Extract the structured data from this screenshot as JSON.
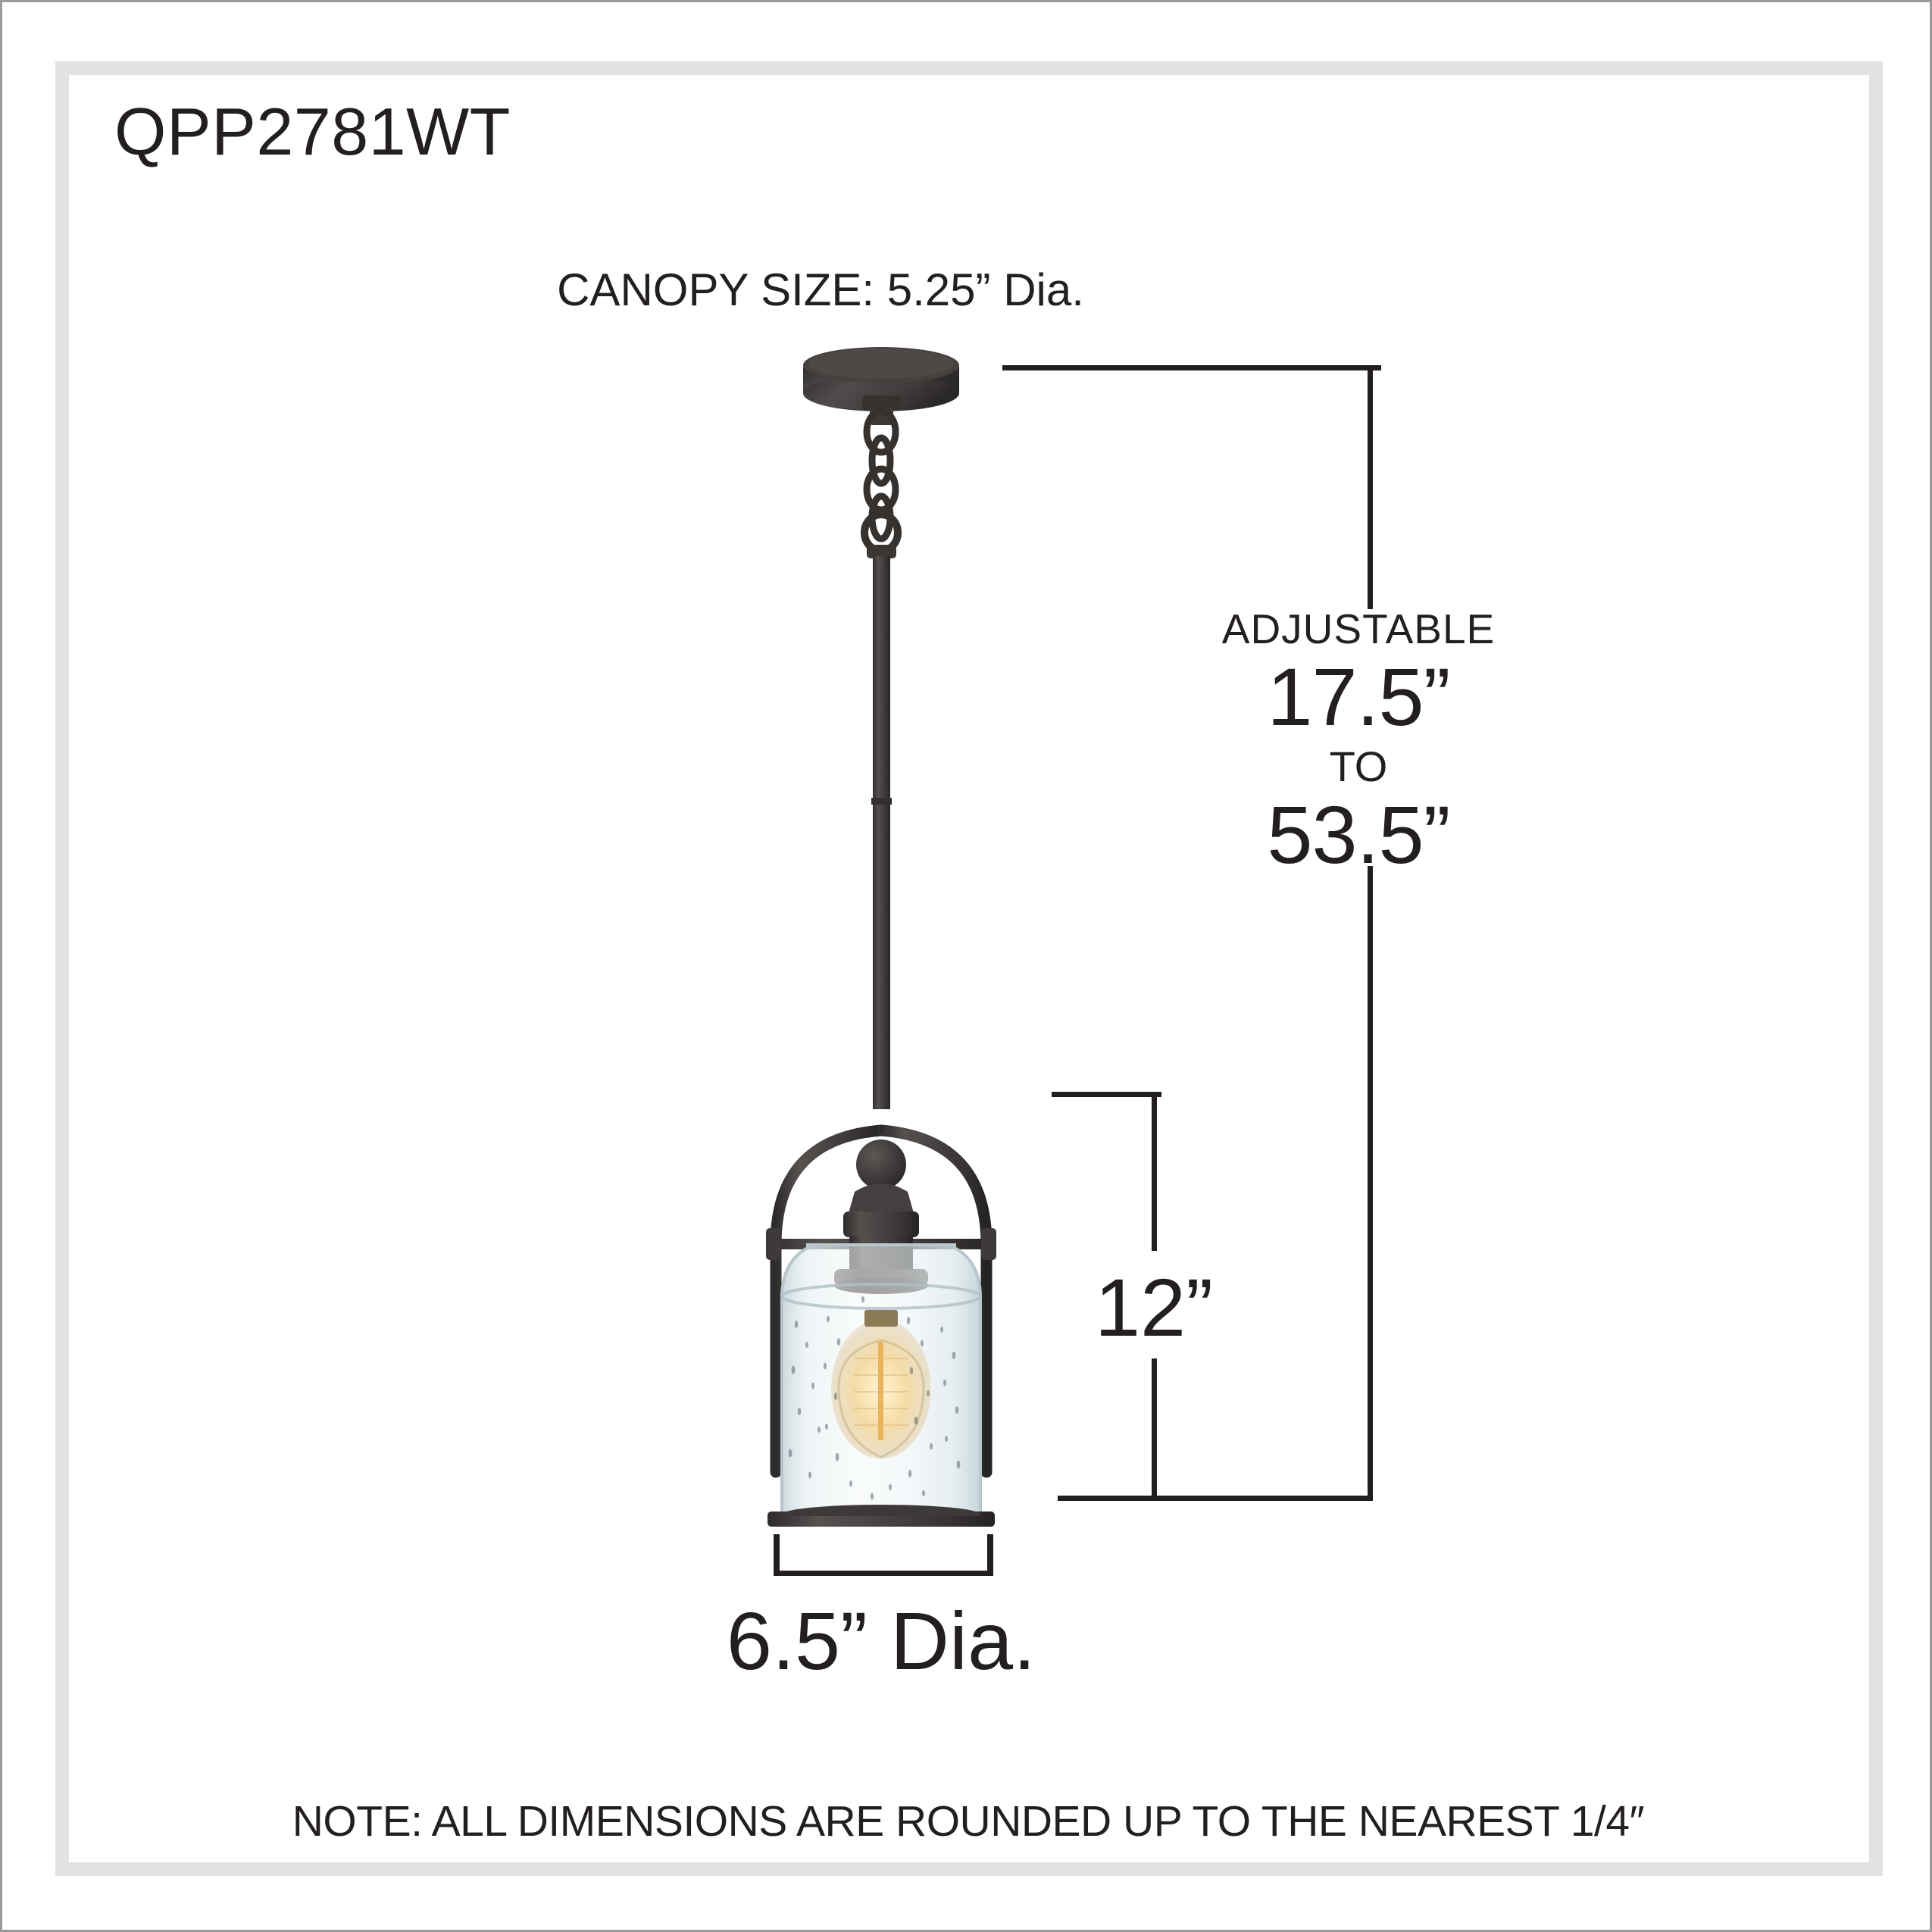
{
  "page": {
    "title": "QPP2781WT",
    "background_color": "#ffffff",
    "frame_color": "#e2e2e0",
    "ink_color": "#231f20"
  },
  "callouts": {
    "canopy": "CANOPY SIZE: 5.25” Dia.",
    "adjustable_label": "ADJUSTABLE",
    "adjustable_min": "17.5”",
    "adjustable_connector": "TO",
    "adjustable_max": "53.5”",
    "fixture_height": "12”",
    "shade_diameter": "6.5” Dia."
  },
  "footer": {
    "note": "NOTE:  ALL DIMENSIONS ARE ROUNDED UP TO THE NEAREST  1/4″"
  },
  "product": {
    "finish_color": "#3f3c3c",
    "glass_color": "#dfe8ea",
    "filament_color": "#e8b35a",
    "parts": [
      "ceiling-canopy",
      "chain-link",
      "down-rod",
      "ball-finial",
      "socket-fitter",
      "cage-arch",
      "cage-crossbar",
      "seeded-glass-cylinder",
      "edison-bulb",
      "cage-bottom-bar"
    ]
  }
}
